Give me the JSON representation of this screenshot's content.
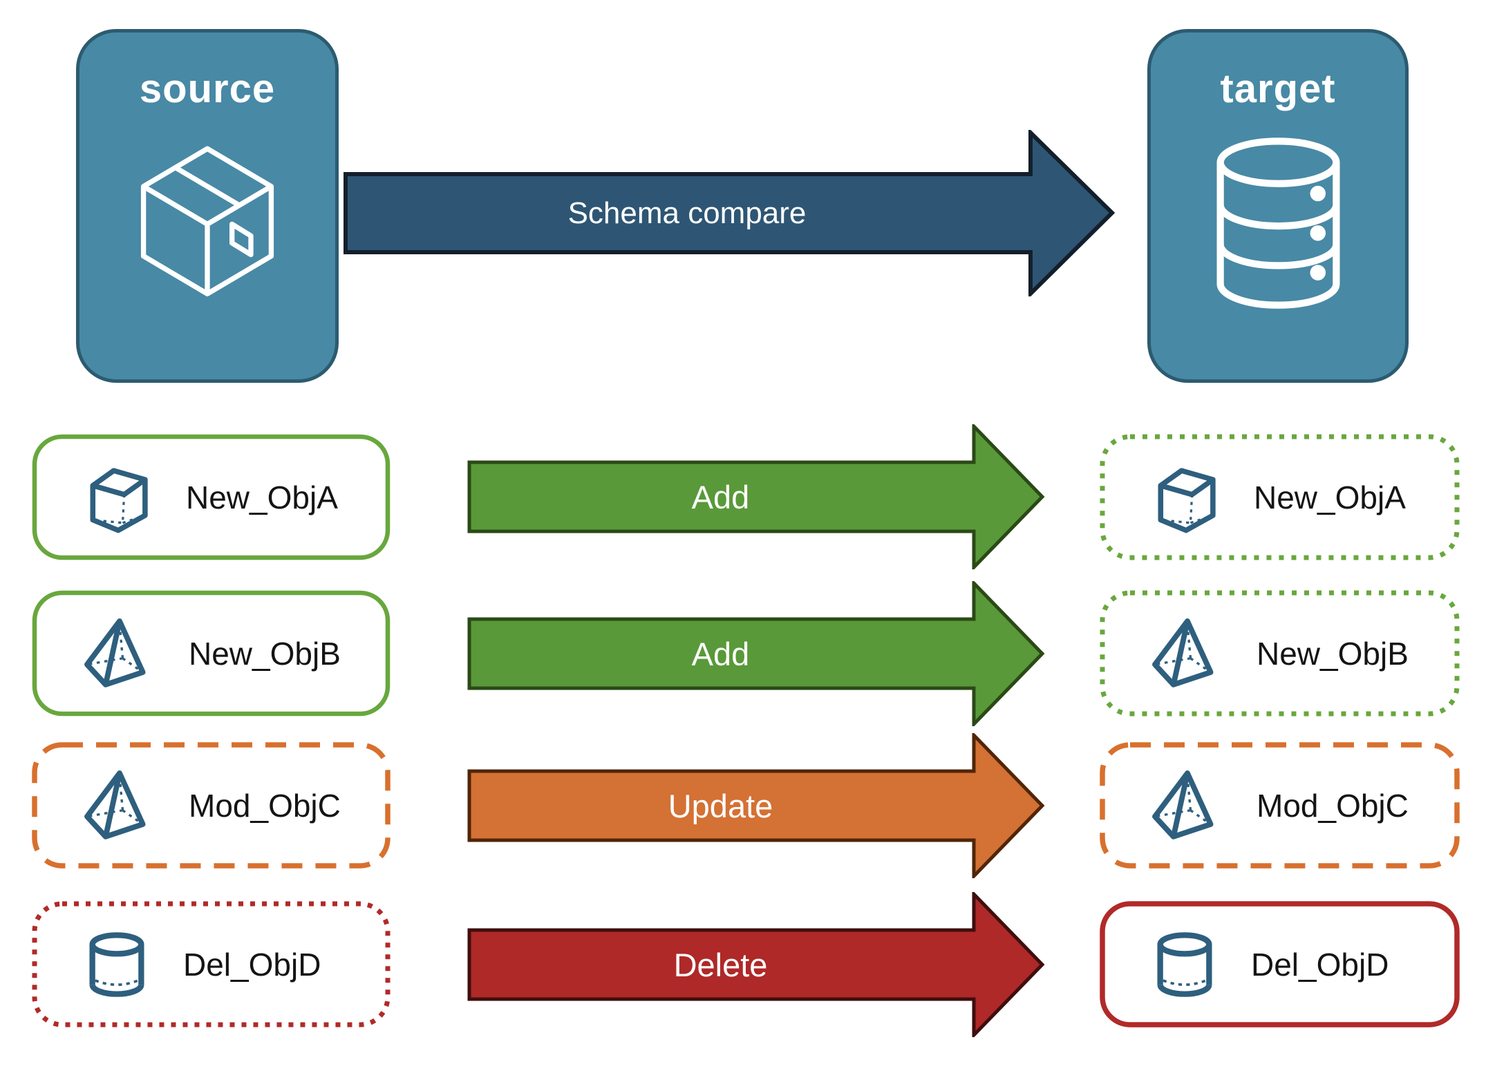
{
  "diagram": {
    "source": {
      "label": "source",
      "icon": "package-icon"
    },
    "target": {
      "label": "target",
      "icon": "database-icon"
    },
    "compare": {
      "label": "Schema compare"
    }
  },
  "rows": [
    {
      "object": "New_ObjA",
      "icon": "cube-icon",
      "action": "Add",
      "source_border": "green-solid",
      "target_border": "green-dotted"
    },
    {
      "object": "New_ObjB",
      "icon": "pyramid-icon",
      "action": "Add",
      "source_border": "green-solid",
      "target_border": "green-dotted"
    },
    {
      "object": "Mod_ObjC",
      "icon": "pyramid-icon",
      "action": "Update",
      "source_border": "orange-dashed",
      "target_border": "orange-dashed"
    },
    {
      "object": "Del_ObjD",
      "icon": "cylinder-icon",
      "action": "Delete",
      "source_border": "red-dotted",
      "target_border": "red-solid"
    }
  ],
  "colors": {
    "node_blue": "#4889A5",
    "node_border": "#2C5B70",
    "compare_arrow": "#2E5674",
    "add_green": "#599939",
    "green_border": "#68A73D",
    "update_orange": "#D47134",
    "orange_border": "#D8702E",
    "delete_red": "#AE2928",
    "red_border": "#B02A28",
    "icon_blue": "#2E5F7E"
  }
}
